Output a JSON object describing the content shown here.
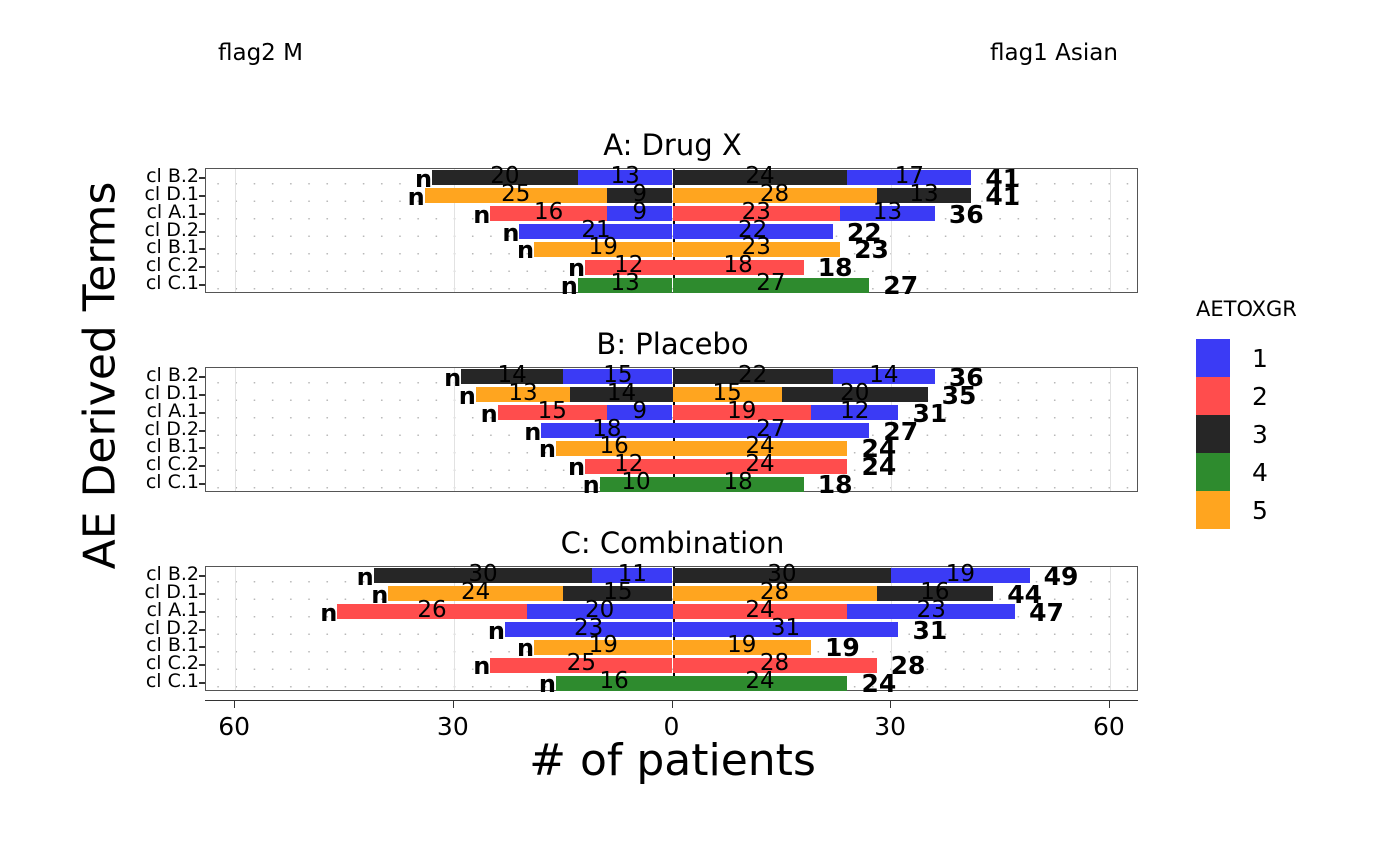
{
  "header": {
    "flag_left": "flag2 M",
    "flag_right": "flag1 Asian"
  },
  "axes": {
    "y_title": "AE Derived Terms",
    "x_title": "# of patients",
    "x_ticks": [
      "60",
      "30",
      "0",
      "30",
      "60"
    ],
    "x_tick_values": [
      -60,
      -30,
      0,
      30,
      60
    ],
    "x_limits": [
      -64,
      64
    ],
    "y_categories": [
      "cl B.2",
      "cl D.1",
      "cl A.1",
      "cl D.2",
      "cl B.1",
      "cl C.2",
      "cl C.1"
    ]
  },
  "legend": {
    "title": "AETOXGR",
    "items": [
      {
        "label": "1",
        "color": "#3B3BF5"
      },
      {
        "label": "2",
        "color": "#FF4D4D"
      },
      {
        "label": "3",
        "color": "#262626"
      },
      {
        "label": "4",
        "color": "#2E8B2E"
      },
      {
        "label": "5",
        "color": "#FFA51F"
      }
    ]
  },
  "annotations": {
    "n_marker": "n"
  },
  "chart_data": {
    "type": "bar",
    "title": "",
    "subtitle": "",
    "xlabel": "# of patients",
    "ylabel": "AE Derived Terms",
    "xlim": [
      -64,
      64
    ],
    "grid": true,
    "legend_position": "right",
    "orientation": "horizontal",
    "style": "back-to-back stacked bar (butterfly / tornado)",
    "left_group": "flag2 M",
    "right_group": "flag1 Asian",
    "categories": [
      "cl B.2",
      "cl D.1",
      "cl A.1",
      "cl D.2",
      "cl B.1",
      "cl C.2",
      "cl C.1"
    ],
    "series_names": [
      "1",
      "2",
      "3",
      "4",
      "5"
    ],
    "series_colors": [
      "#3B3BF5",
      "#FF4D4D",
      "#262626",
      "#2E8B2E",
      "#FFA51F"
    ],
    "panels": [
      {
        "title": "A: Drug X",
        "rows": [
          {
            "category": "cl B.2",
            "left": {
              "segments": [
                {
                  "grade": "1",
                  "value": 13
                },
                {
                  "grade": "3",
                  "value": 20
                }
              ],
              "total": 33
            },
            "right": {
              "segments": [
                {
                  "grade": "3",
                  "value": 24
                },
                {
                  "grade": "1",
                  "value": 17
                }
              ],
              "total": 41
            }
          },
          {
            "category": "cl D.1",
            "left": {
              "segments": [
                {
                  "grade": "3",
                  "value": 9
                },
                {
                  "grade": "5",
                  "value": 25
                }
              ],
              "total": 34
            },
            "right": {
              "segments": [
                {
                  "grade": "5",
                  "value": 28
                },
                {
                  "grade": "3",
                  "value": 13
                }
              ],
              "total": 41
            }
          },
          {
            "category": "cl A.1",
            "left": {
              "segments": [
                {
                  "grade": "1",
                  "value": 9
                },
                {
                  "grade": "2",
                  "value": 16
                }
              ],
              "total": 25
            },
            "right": {
              "segments": [
                {
                  "grade": "2",
                  "value": 23
                },
                {
                  "grade": "1",
                  "value": 13
                }
              ],
              "total": 36
            }
          },
          {
            "category": "cl D.2",
            "left": {
              "segments": [
                {
                  "grade": "1",
                  "value": 21
                }
              ],
              "total": 21
            },
            "right": {
              "segments": [
                {
                  "grade": "1",
                  "value": 22
                }
              ],
              "total": 22
            }
          },
          {
            "category": "cl B.1",
            "left": {
              "segments": [
                {
                  "grade": "5",
                  "value": 19
                }
              ],
              "total": 19
            },
            "right": {
              "segments": [
                {
                  "grade": "5",
                  "value": 23
                }
              ],
              "total": 23
            }
          },
          {
            "category": "cl C.2",
            "left": {
              "segments": [
                {
                  "grade": "2",
                  "value": 12
                }
              ],
              "total": 12
            },
            "right": {
              "segments": [
                {
                  "grade": "2",
                  "value": 18
                }
              ],
              "total": 18
            }
          },
          {
            "category": "cl C.1",
            "left": {
              "segments": [
                {
                  "grade": "4",
                  "value": 13
                }
              ],
              "total": 13
            },
            "right": {
              "segments": [
                {
                  "grade": "4",
                  "value": 27
                }
              ],
              "total": 27
            }
          }
        ]
      },
      {
        "title": "B: Placebo",
        "rows": [
          {
            "category": "cl B.2",
            "left": {
              "segments": [
                {
                  "grade": "1",
                  "value": 15
                },
                {
                  "grade": "3",
                  "value": 14
                }
              ],
              "total": 29
            },
            "right": {
              "segments": [
                {
                  "grade": "3",
                  "value": 22
                },
                {
                  "grade": "1",
                  "value": 14
                }
              ],
              "total": 36
            }
          },
          {
            "category": "cl D.1",
            "left": {
              "segments": [
                {
                  "grade": "3",
                  "value": 14
                },
                {
                  "grade": "5",
                  "value": 13
                }
              ],
              "total": 27
            },
            "right": {
              "segments": [
                {
                  "grade": "5",
                  "value": 15
                },
                {
                  "grade": "3",
                  "value": 20
                }
              ],
              "total": 35
            }
          },
          {
            "category": "cl A.1",
            "left": {
              "segments": [
                {
                  "grade": "1",
                  "value": 9
                },
                {
                  "grade": "2",
                  "value": 15
                }
              ],
              "total": 24
            },
            "right": {
              "segments": [
                {
                  "grade": "2",
                  "value": 19
                },
                {
                  "grade": "1",
                  "value": 12
                }
              ],
              "total": 31
            }
          },
          {
            "category": "cl D.2",
            "left": {
              "segments": [
                {
                  "grade": "1",
                  "value": 18
                }
              ],
              "total": 18
            },
            "right": {
              "segments": [
                {
                  "grade": "1",
                  "value": 27
                }
              ],
              "total": 27
            }
          },
          {
            "category": "cl B.1",
            "left": {
              "segments": [
                {
                  "grade": "5",
                  "value": 16
                }
              ],
              "total": 16
            },
            "right": {
              "segments": [
                {
                  "grade": "5",
                  "value": 24
                }
              ],
              "total": 24
            }
          },
          {
            "category": "cl C.2",
            "left": {
              "segments": [
                {
                  "grade": "2",
                  "value": 12
                }
              ],
              "total": 12
            },
            "right": {
              "segments": [
                {
                  "grade": "2",
                  "value": 24
                }
              ],
              "total": 24
            }
          },
          {
            "category": "cl C.1",
            "left": {
              "segments": [
                {
                  "grade": "4",
                  "value": 10
                }
              ],
              "total": 10
            },
            "right": {
              "segments": [
                {
                  "grade": "4",
                  "value": 18
                }
              ],
              "total": 18
            }
          }
        ]
      },
      {
        "title": "C: Combination",
        "rows": [
          {
            "category": "cl B.2",
            "left": {
              "segments": [
                {
                  "grade": "1",
                  "value": 11
                },
                {
                  "grade": "3",
                  "value": 30
                }
              ],
              "total": 41
            },
            "right": {
              "segments": [
                {
                  "grade": "3",
                  "value": 30
                },
                {
                  "grade": "1",
                  "value": 19
                }
              ],
              "total": 49
            }
          },
          {
            "category": "cl D.1",
            "left": {
              "segments": [
                {
                  "grade": "3",
                  "value": 15
                },
                {
                  "grade": "5",
                  "value": 24
                }
              ],
              "total": 39
            },
            "right": {
              "segments": [
                {
                  "grade": "5",
                  "value": 28
                },
                {
                  "grade": "3",
                  "value": 16
                }
              ],
              "total": 44
            }
          },
          {
            "category": "cl A.1",
            "left": {
              "segments": [
                {
                  "grade": "1",
                  "value": 20
                },
                {
                  "grade": "2",
                  "value": 26
                }
              ],
              "total": 46
            },
            "right": {
              "segments": [
                {
                  "grade": "2",
                  "value": 24
                },
                {
                  "grade": "1",
                  "value": 23
                }
              ],
              "total": 47
            }
          },
          {
            "category": "cl D.2",
            "left": {
              "segments": [
                {
                  "grade": "1",
                  "value": 23
                }
              ],
              "total": 23
            },
            "right": {
              "segments": [
                {
                  "grade": "1",
                  "value": 31
                }
              ],
              "total": 31
            }
          },
          {
            "category": "cl B.1",
            "left": {
              "segments": [
                {
                  "grade": "5",
                  "value": 19
                }
              ],
              "total": 19
            },
            "right": {
              "segments": [
                {
                  "grade": "5",
                  "value": 19
                }
              ],
              "total": 19
            }
          },
          {
            "category": "cl C.2",
            "left": {
              "segments": [
                {
                  "grade": "2",
                  "value": 25
                }
              ],
              "total": 25
            },
            "right": {
              "segments": [
                {
                  "grade": "2",
                  "value": 28
                }
              ],
              "total": 28
            }
          },
          {
            "category": "cl C.1",
            "left": {
              "segments": [
                {
                  "grade": "4",
                  "value": 16
                }
              ],
              "total": 16
            },
            "right": {
              "segments": [
                {
                  "grade": "4",
                  "value": 24
                }
              ],
              "total": 24
            }
          }
        ]
      }
    ]
  }
}
